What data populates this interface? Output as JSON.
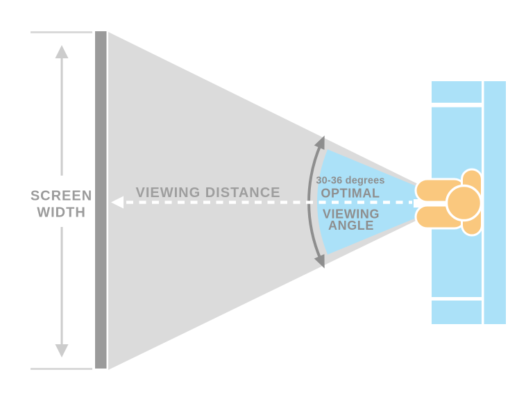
{
  "diagram": {
    "labels": {
      "screen_width_line1": "SCREEN",
      "screen_width_line2": "WIDTH",
      "viewing_distance": "VIEWING DISTANCE",
      "angle_degrees": "30-36 degrees",
      "angle_line2": "OPTIMAL",
      "angle_line3": "VIEWING",
      "angle_line4": "ANGLE"
    },
    "colors": {
      "cone_gray": "#DBDBDB",
      "screen_bar_gray": "#9B9B9B",
      "label_gray": "#9B9B9B",
      "distance_label_gray": "#9E9E9E",
      "angle_label_gray": "#8E8E8E",
      "width_arrow_gray": "#CCCCCC",
      "extent_line_gray": "#D9D9D9",
      "arc_arrow_gray": "#8E8E8E",
      "wedge_blue": "#ABE1F8",
      "couch_blue": "#ABE1F8",
      "person_orange": "#FAC87E",
      "dashed_arrow_white": "#FFFFFF"
    }
  }
}
